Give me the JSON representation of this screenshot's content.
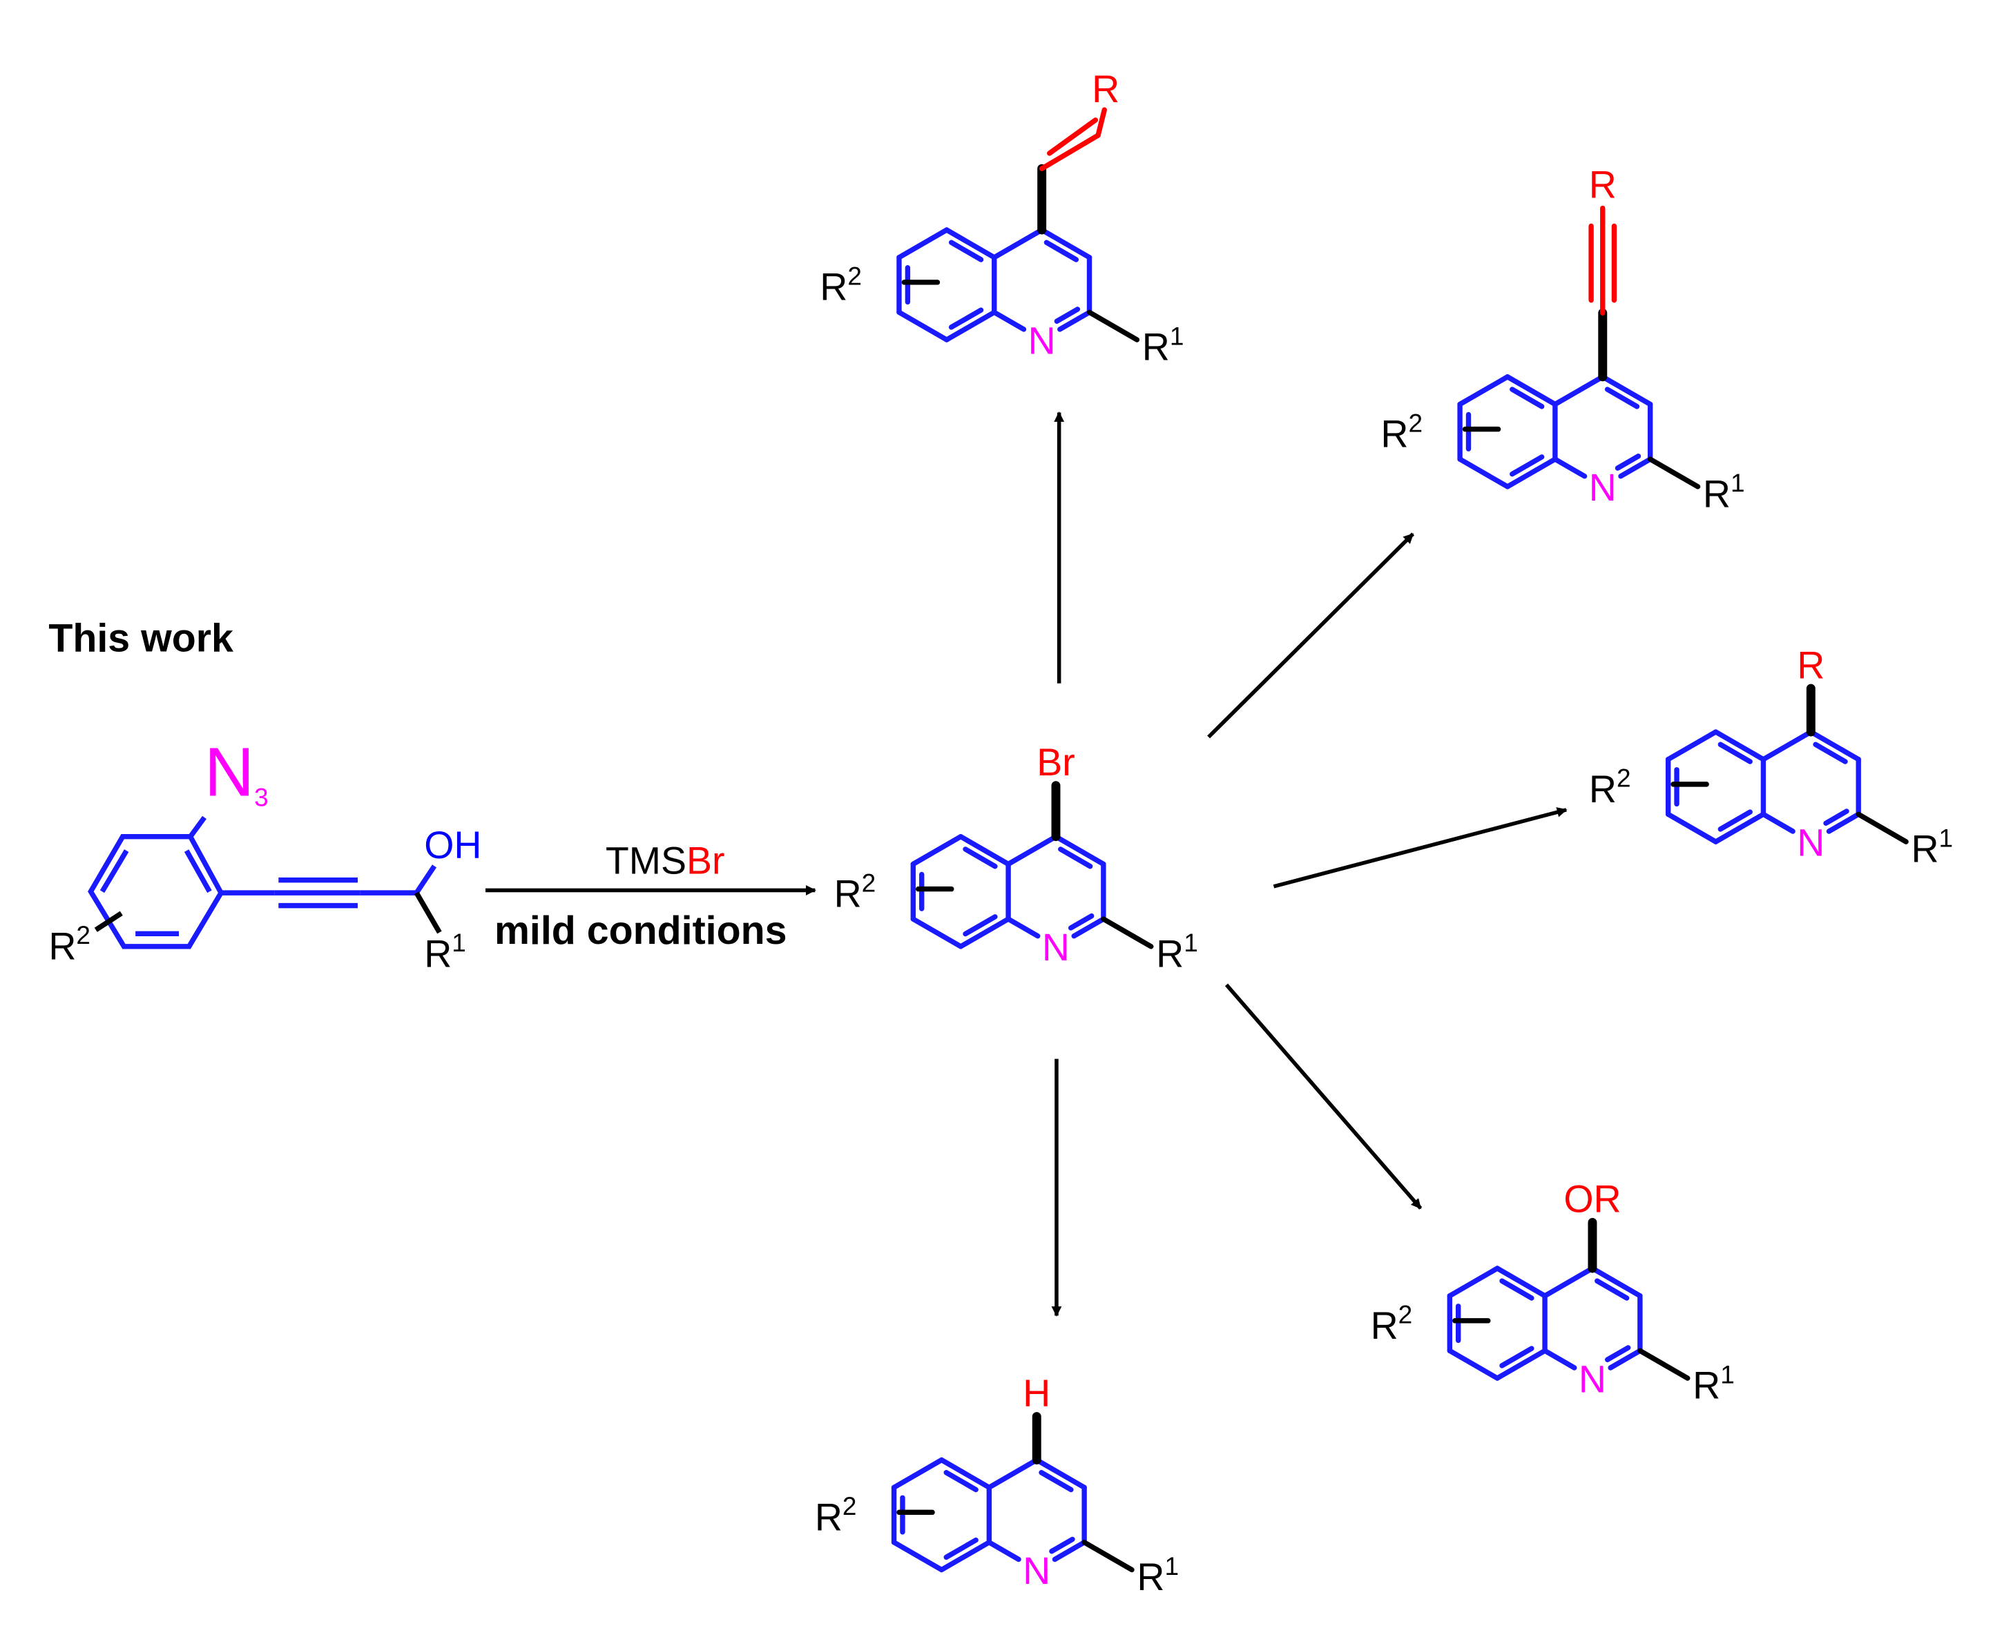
{
  "colors": {
    "ring": "#1a1aff",
    "nitrogen": "#ff00ff",
    "new_group": "#ff0000",
    "hydroxyl": "#0000ff",
    "text": "#000000",
    "arrow": "#000000"
  },
  "heading": "This work",
  "reagent": {
    "tms": "TMS",
    "br": "Br"
  },
  "conditions": "mild conditions",
  "atoms": {
    "N": "N",
    "R": "R",
    "Br": "Br",
    "H": "H",
    "OR": "OR",
    "OH": "OH",
    "N3_base": "N",
    "N3_sub": "3",
    "R1_base": "R",
    "R1_sup": "1",
    "R2_base": "R",
    "R2_sup": "2"
  }
}
